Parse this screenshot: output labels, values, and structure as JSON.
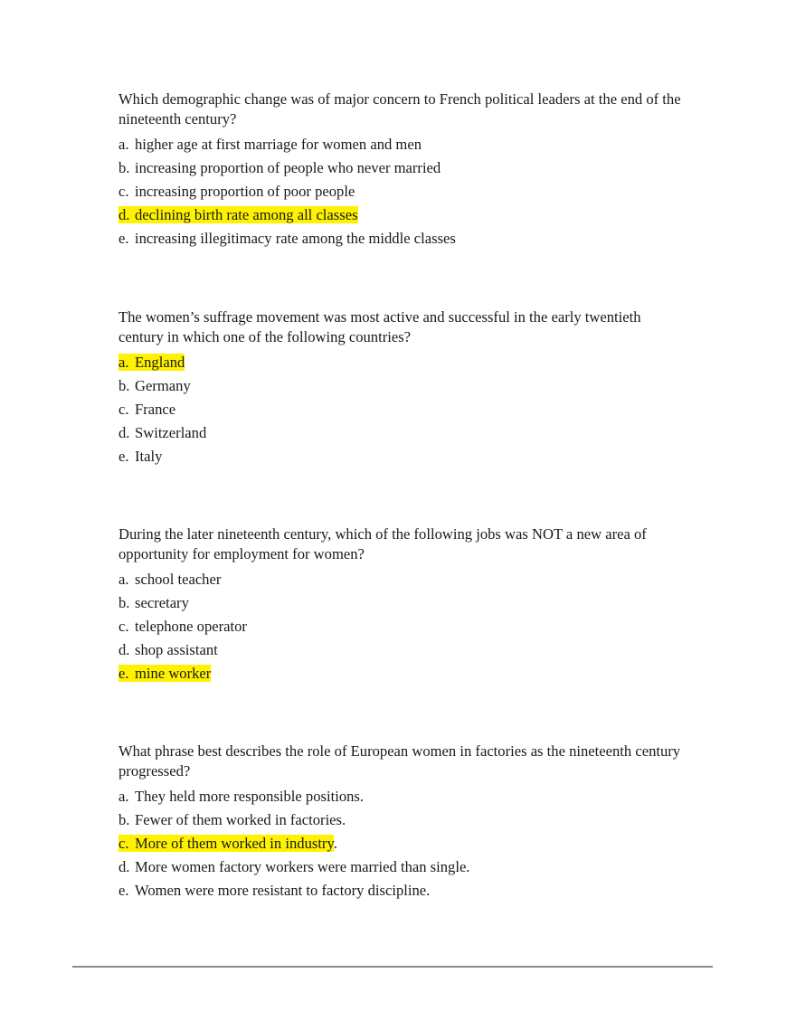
{
  "questions": [
    {
      "stem": "Which demographic change was of major concern to French political leaders at the end of the nineteenth century?",
      "options": [
        {
          "letter": "a.",
          "text": "higher age at first marriage for women and men"
        },
        {
          "letter": "b.",
          "text": "increasing proportion of people who never married"
        },
        {
          "letter": "c.",
          "text": "increasing proportion of poor people"
        },
        {
          "letter": "d.",
          "text": "declining birth rate among all classes"
        },
        {
          "letter": "e.",
          "text": "increasing illegitimacy rate among the middle classes"
        }
      ]
    },
    {
      "stem": "The women’s suffrage movement was most active and successful in the early twentieth century in which one of the following countries?",
      "options": [
        {
          "letter": "a.",
          "text": "England"
        },
        {
          "letter": "b.",
          "text": "Germany"
        },
        {
          "letter": "c.",
          "text": "France"
        },
        {
          "letter": "d.",
          "text": "Switzerland"
        },
        {
          "letter": "e.",
          "text": "Italy"
        }
      ]
    },
    {
      "stem": "During the later nineteenth century, which of the following jobs was NOT a new area of opportunity for employment for women?",
      "options": [
        {
          "letter": "a.",
          "text": "school teacher"
        },
        {
          "letter": "b.",
          "text": "secretary"
        },
        {
          "letter": "c.",
          "text": "telephone operator"
        },
        {
          "letter": "d.",
          "text": "shop assistant"
        },
        {
          "letter": "e.",
          "text": "mine worker"
        }
      ]
    },
    {
      "stem": "What phrase best describes the role of European women in factories as the nineteenth century progressed?",
      "options": [
        {
          "letter": "a.",
          "text": "They held more responsible positions."
        },
        {
          "letter": "b.",
          "text": "Fewer of them worked in factories."
        },
        {
          "letter": "c.",
          "text": "More of them worked in industry",
          "suffix": "."
        },
        {
          "letter": "d.",
          "text": "More women factory workers were married than single."
        },
        {
          "letter": "e.",
          "text": "Women were more resistant to factory discipline."
        }
      ]
    }
  ],
  "highlight_color": "#fff200"
}
